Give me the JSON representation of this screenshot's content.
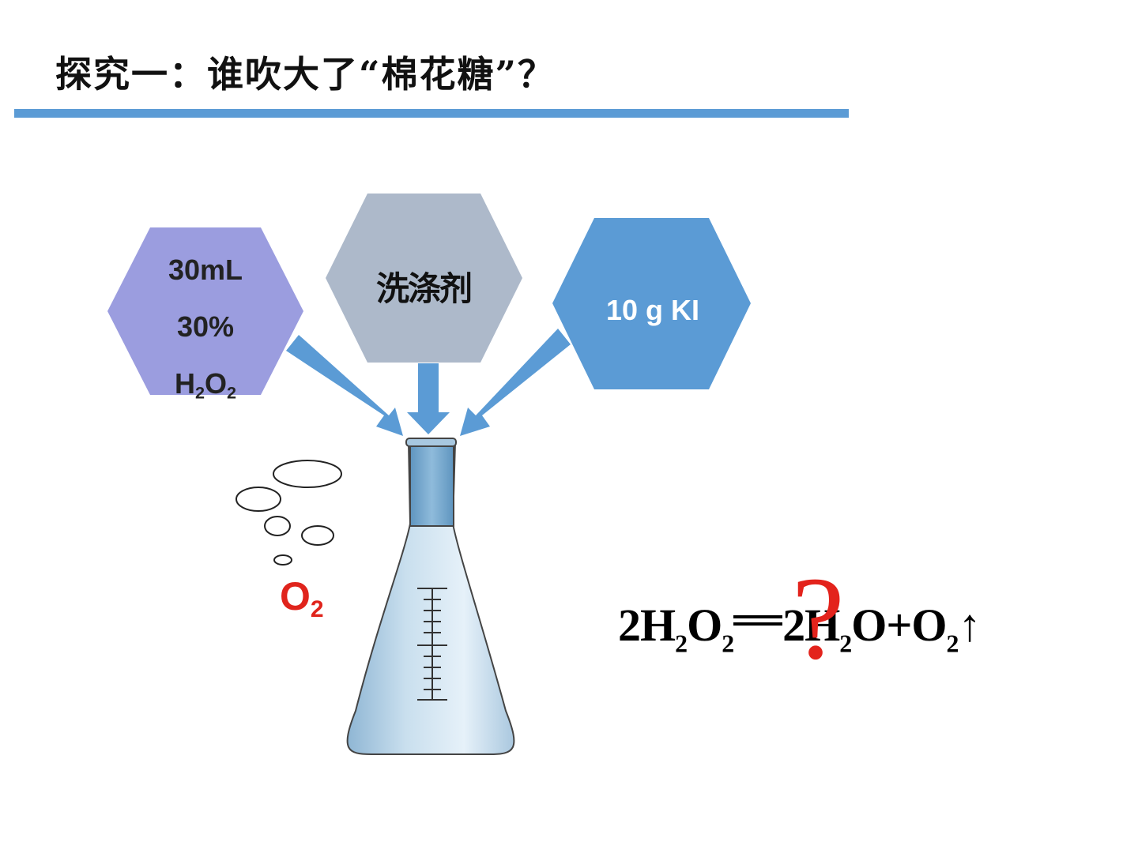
{
  "title": "探究一：谁吹大了“棉花糖”？",
  "hexagons": [
    {
      "lines": [
        "30mL",
        "30%",
        "H",
        "2",
        "O",
        "2"
      ],
      "color": "#9b9ddf"
    },
    {
      "label": "洗涤剂",
      "color": "#adb9ca"
    },
    {
      "label": "10 g KI",
      "color": "#5b9bd5"
    }
  ],
  "gas_label": {
    "main": "O",
    "sub": "2",
    "color": "#e0241c"
  },
  "equation": {
    "parts": [
      "2H",
      "2",
      "O",
      "2",
      "2H",
      "2",
      "O+O",
      "2",
      "↑"
    ],
    "question_mark": "?",
    "question_color": "#e3231c"
  },
  "colors": {
    "accent_bar": "#5b9bd5",
    "arrow": "#5b9bd5",
    "flask": "#bcd6ea"
  }
}
